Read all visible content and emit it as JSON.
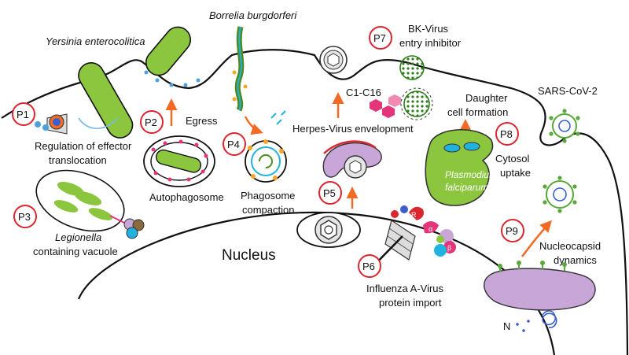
{
  "title": "",
  "badges": [
    "P1",
    "P2",
    "P3",
    "P4",
    "P5",
    "P6",
    "P7",
    "P8",
    "P9"
  ],
  "labels": {
    "yersinia": "Yersinia enterocolitica",
    "borrelia": "Borrelia burgdorferi",
    "p1_line1": "Regulation of effector",
    "p1_line2": "translocation",
    "egress": "Egress",
    "autophagosome": "Autophagosome",
    "legionella_line1": "Legionella",
    "legionella_line2": "containing vacuole",
    "phago_line1": "Phagosome",
    "phago_line2": "compaction",
    "herpes": "Herpes-Virus envelopment",
    "c1c16": "C1-C16",
    "bk_line1": "BK-Virus",
    "bk_line2": "entry inhibitor",
    "daughter_line1": "Daughter",
    "daughter_line2": "cell formation",
    "plasmodium_line1": "Plasmodium",
    "plasmodium_line2": "falciparum",
    "cytosol_line1": "Cytosol",
    "cytosol_line2": "uptake",
    "sars": "SARS-CoV-2",
    "nucleus": "Nucleus",
    "influenza_line1": "Influenza A-Virus",
    "influenza_line2": "protein import",
    "nucleo_line1": "Nucleocapsid",
    "nucleo_line2": "dynamics",
    "n_label": "N",
    "r_label": "R",
    "a_label": "α",
    "b_label": "β"
  },
  "colors": {
    "bacteria_green": "#8cc63f",
    "bacteria_dark": "#4e8a1e",
    "arrow_orange": "#f26a24",
    "badge_red": "#d9262f",
    "lilac": "#c9a6d8",
    "virus_green": "#5aa83a",
    "blue_dot": "#4aa3df",
    "cyan": "#22b2e0",
    "pink": "#e4347a"
  }
}
